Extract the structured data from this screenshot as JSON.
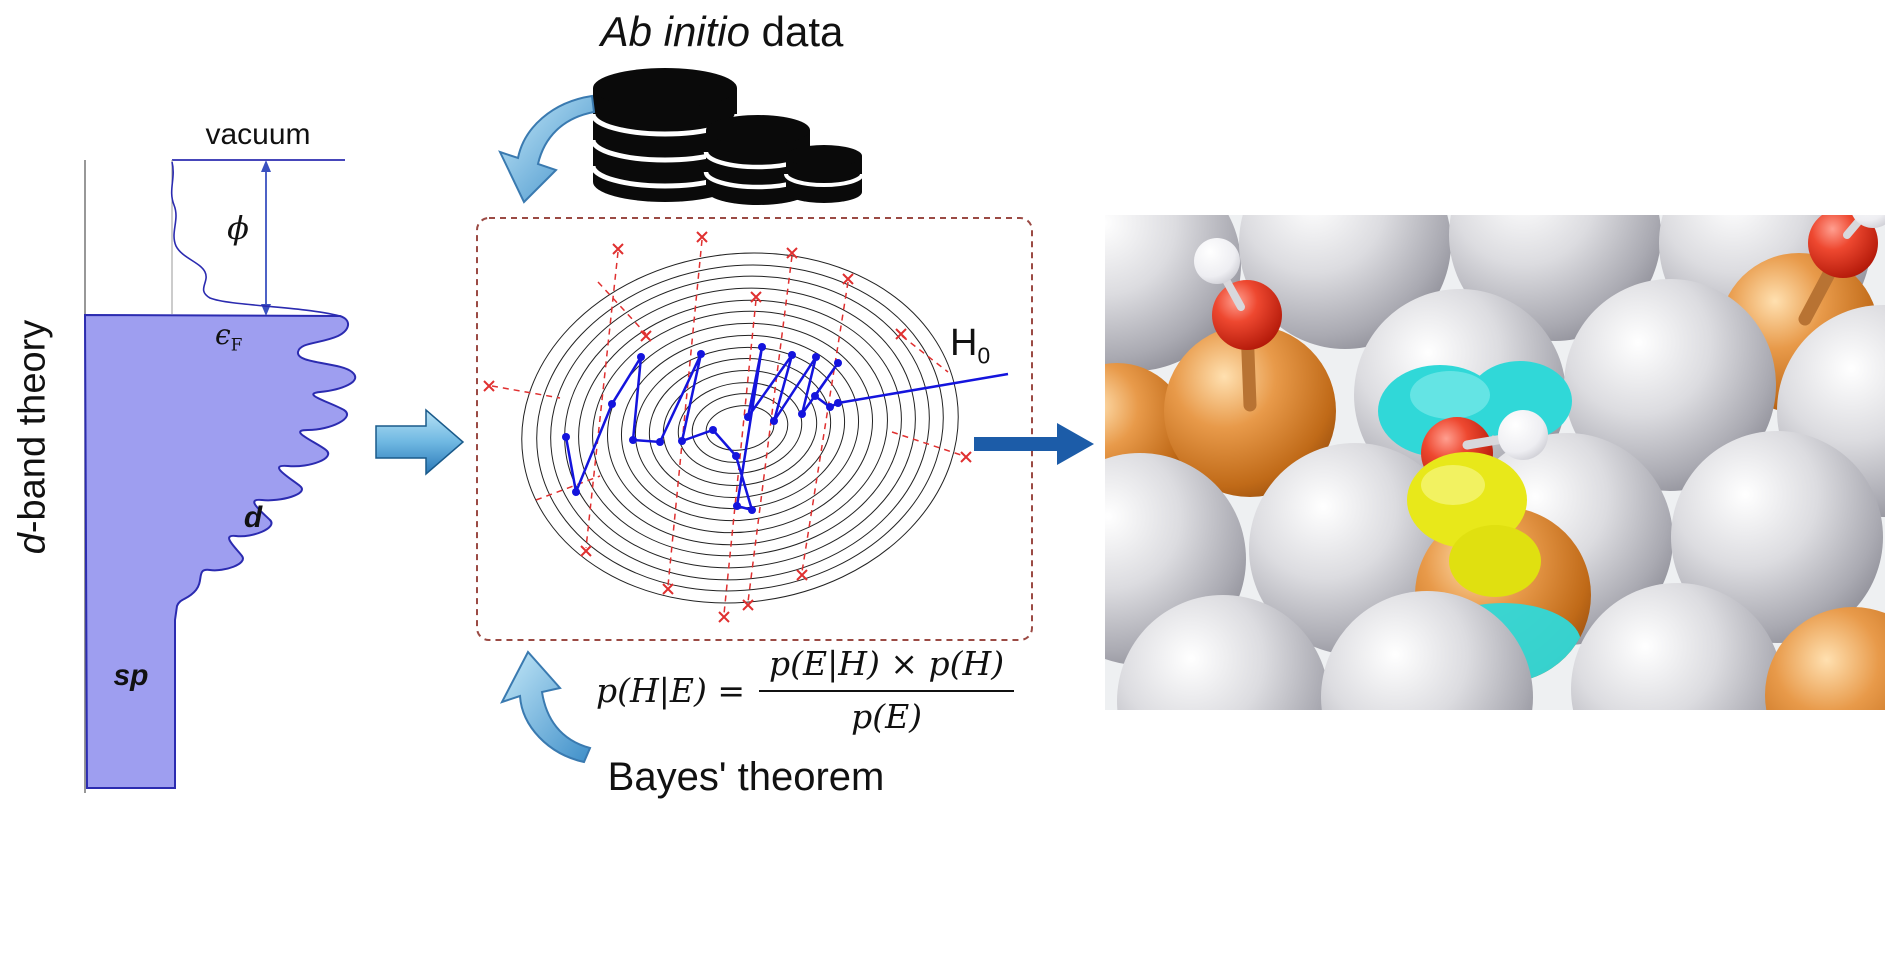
{
  "figure": {
    "left": {
      "rotated_label_italic": "d",
      "rotated_label_rest": "-band theory",
      "vacuum": "vacuum",
      "phi": "ϕ",
      "fermi_base": "ϵ",
      "fermi_sub": "F",
      "d_label": "d",
      "sp_label": "sp"
    },
    "center": {
      "title_italic": "Ab initio",
      "title_rest": " data",
      "h_base": "H",
      "h_sub": "0",
      "formula_lhs": "p(H|E) =",
      "formula_numerator": "p(E|H) × p(H)",
      "formula_denominator": "p(E)",
      "bayes_label": "Bayes' theorem"
    },
    "icons": {
      "database": "database-icon",
      "curved_arrow_down": "curved-arrow-down-icon",
      "curved_arrow_up": "curved-arrow-up-icon",
      "flow_arrow_left": "right-arrow-icon",
      "flow_arrow_right": "right-arrow-bold-icon"
    },
    "colors": {
      "dos_fill": "#9e9ef0",
      "dos_outline": "#2b2bb0",
      "trajectory_blue": "#1414dd",
      "dashed_red": "#e03030",
      "box_border": "#9b4a44",
      "arrow_blue_dark": "#1c5ca8",
      "arrow_blue_light": "#8ecdf0",
      "sphere_gray": "#a8a8b0",
      "sphere_orange": "#c06a18",
      "isosurface_cyan": "#30d8d8",
      "isosurface_yellow": "#e8e81a"
    }
  }
}
